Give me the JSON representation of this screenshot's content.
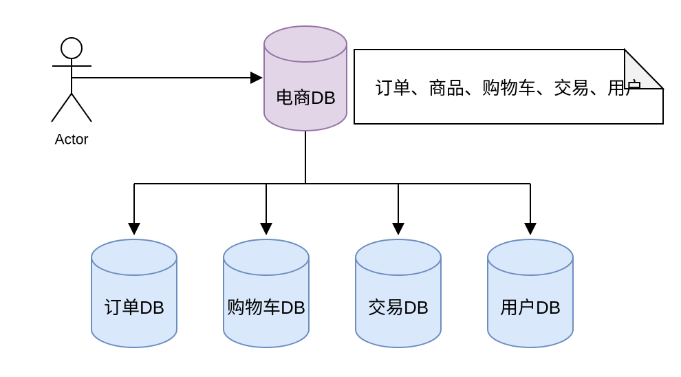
{
  "canvas": {
    "background": "#FFFFFF"
  },
  "actor": {
    "label": "Actor"
  },
  "main_db": {
    "label": "电商DB",
    "fill": "#E1D5E7",
    "stroke": "#9673A6"
  },
  "note": {
    "text": "订单、商品、购物车、交易、用户",
    "fill": "#FFFFFF",
    "fold_fill": "#F2F2F2",
    "stroke": "#000000"
  },
  "child_dbs": [
    {
      "label": "订单DB"
    },
    {
      "label": "购物车DB"
    },
    {
      "label": "交易DB"
    },
    {
      "label": "用户DB"
    }
  ],
  "child_db_style": {
    "fill": "#DAE8FC",
    "stroke": "#6C8EBF"
  },
  "connectors": {
    "color": "#000000"
  }
}
